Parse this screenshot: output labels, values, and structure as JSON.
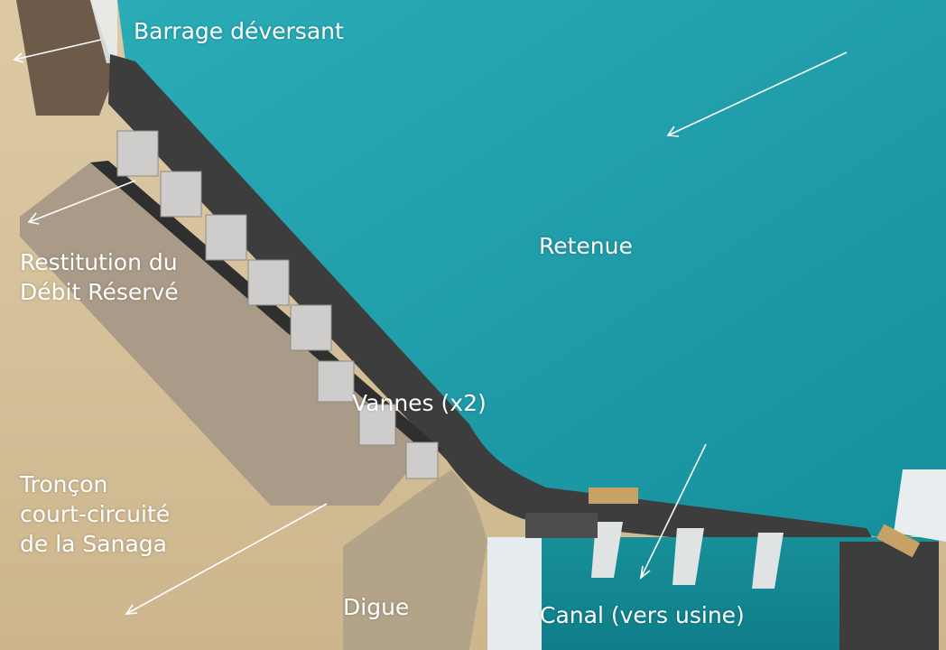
{
  "labels": {
    "barrage": "Barrage déversant",
    "retenue": "Retenue",
    "restitution": [
      "Restitution du",
      "Débit Réservé"
    ],
    "vannes": "Vannes (x2)",
    "troncon": [
      "Tronçon",
      "court-circuité",
      "de la Sanaga"
    ],
    "digue": "Digue",
    "canal": "Canal (vers usine)"
  },
  "colors": {
    "water": "#1fa4b0",
    "water_deep": "#168f9c",
    "sand": "#d8c39c",
    "sand_dark": "#b9a37c",
    "concrete": "#3f3f3f",
    "pier": "#c9c7c4",
    "label": "#ffffff"
  }
}
